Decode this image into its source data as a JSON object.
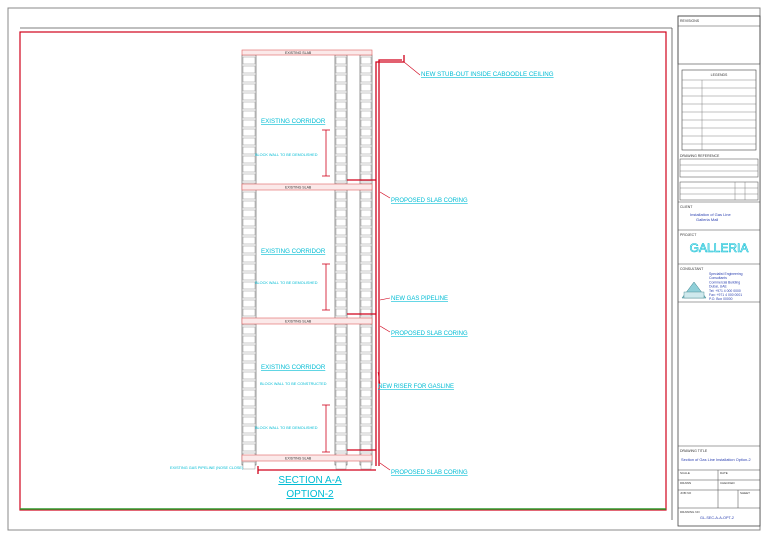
{
  "drawing": {
    "labels": {
      "stub_out": "NEW STUB-OUT INSIDE CABOODLE CEILING",
      "corridor_1": "EXISTING CORRIDOR",
      "block_wall_1": "BLOCK WALL TO BE DEMOLISHED",
      "slab_1": "EXISTING SLAB",
      "coring_1": "PROPOSED SLAB CORING",
      "corridor_2": "EXISTING CORRIDOR",
      "block_wall_2": "BLOCK WALL TO BE DEMOLISHED",
      "gas_pipeline": "NEW GAS PIPELINE",
      "slab_2": "EXISTING SLAB",
      "coring_2": "PROPOSED SLAB CORING",
      "corridor_3": "EXISTING CORRIDOR",
      "block_wall_construct": "BLOCK WALL TO BE CONSTRUCTED",
      "riser": "NEW RISER FOR GASLINE",
      "block_wall_3": "BLOCK WALL TO BE DEMOLISHED",
      "slab_3": "EXISTING SLAB",
      "existing_pipeline": "EXISTING GAS PIPELINE (NOSE CLOSE)",
      "coring_3": "PROPOSED SLAB CORING",
      "top_slab": "EXISTING SLAB"
    },
    "section_title": "SECTION A-A",
    "section_subtitle": "OPTION-2"
  },
  "title_block": {
    "revisions_header": "REVISIONS",
    "legend_header": "LEGENDS",
    "drawing_reference": "DRAWING REFERENCE",
    "client_label": "CLIENT",
    "client_text_1": "Installation of Gas Line",
    "client_text_2": "Galleria Mall",
    "project_label": "PROJECT",
    "project_name": "GALLERIA",
    "consultant_label": "CONSULTANT",
    "consultant_lines": [
      "Specialist Engineering",
      "Consultants",
      "Commercial Building",
      "Dubai, UAE",
      "Tel: +971 4 000 0000",
      "Fax: +971 4 000 0001",
      "P.O. Box 00000"
    ],
    "drawing_title_label": "DRAWING TITLE",
    "drawing_title": "Section of Gas Line Installation Option-2",
    "fields": [
      "SCALE",
      "DATE",
      "DRAWN",
      "CHECKED",
      "JOB NO",
      "SHEET",
      "DRAWING NO"
    ],
    "drawing_no": "GL-SEC-A-A-OPT-2"
  },
  "colors": {
    "frame": "#d0021b",
    "label": "#00bcd4",
    "pipe": "#d0021b",
    "wall": "#555555",
    "title_block_text": "#2a3fb0"
  }
}
